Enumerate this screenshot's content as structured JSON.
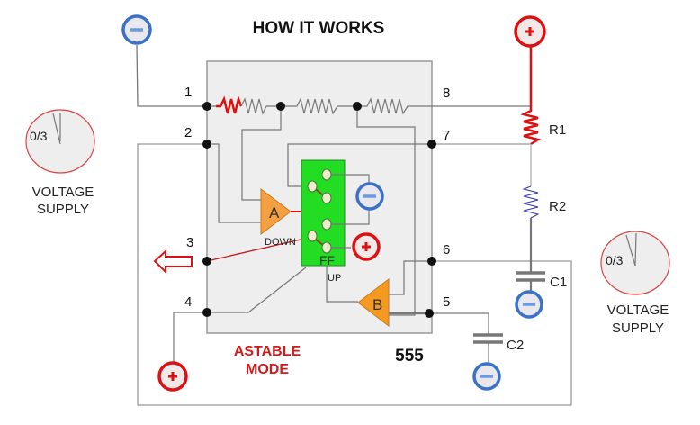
{
  "title": "HOW IT WORKS",
  "chip": {
    "name": "555",
    "mode_line1": "ASTABLE",
    "mode_line2": "MODE",
    "pins": [
      "1",
      "2",
      "3",
      "4",
      "5",
      "6",
      "7",
      "8"
    ],
    "comparator_a": "A",
    "comparator_b": "B",
    "flipflop": "FF",
    "down_label": "DOWN",
    "up_label": "UP"
  },
  "components": {
    "r1": "R1",
    "r2": "R2",
    "c1": "C1",
    "c2": "C2"
  },
  "meters": [
    {
      "reading": "0/3",
      "caption_line1": "VOLTAGE",
      "caption_line2": "SUPPLY"
    },
    {
      "reading": "0/3",
      "caption_line1": "VOLTAGE",
      "caption_line2": "SUPPLY"
    }
  ],
  "terminals": {
    "plus_symbol": "+",
    "minus_symbol": "−"
  },
  "colors": {
    "positive": "#dd1111",
    "negative": "#3a72c8",
    "flipflop": "#22dd22",
    "comparator": "#f59a2a",
    "chip_bg": "#eeeeee",
    "wire": "#777777"
  }
}
